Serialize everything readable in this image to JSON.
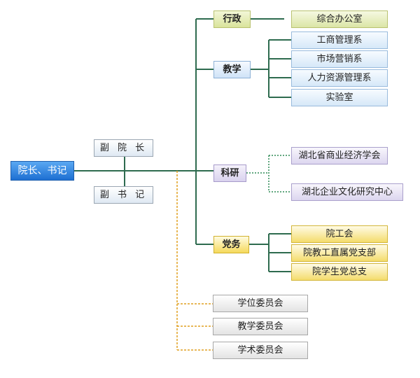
{
  "root": "院长、书记",
  "deputies": [
    "副 院 长",
    "副 书 记"
  ],
  "branches": {
    "admin": {
      "label": "行政",
      "children": [
        "综合办公室"
      ]
    },
    "teaching": {
      "label": "教学",
      "children": [
        "工商管理系",
        "市场营销系",
        "人力资源管理系",
        "实验室"
      ]
    },
    "research": {
      "label": "科研",
      "children": [
        "湖北省商业经济学会",
        "湖北企业文化研究中心"
      ]
    },
    "party": {
      "label": "党务",
      "children": [
        "院工会",
        "院教工直属党支部",
        "院学生党总支"
      ]
    }
  },
  "committees": [
    "学位委员会",
    "教学委员会",
    "学术委员会"
  ],
  "colors": {
    "line_green": "#2e6b4f",
    "line_dotted": "#2e8b57",
    "line_orange": "#e0a020"
  }
}
